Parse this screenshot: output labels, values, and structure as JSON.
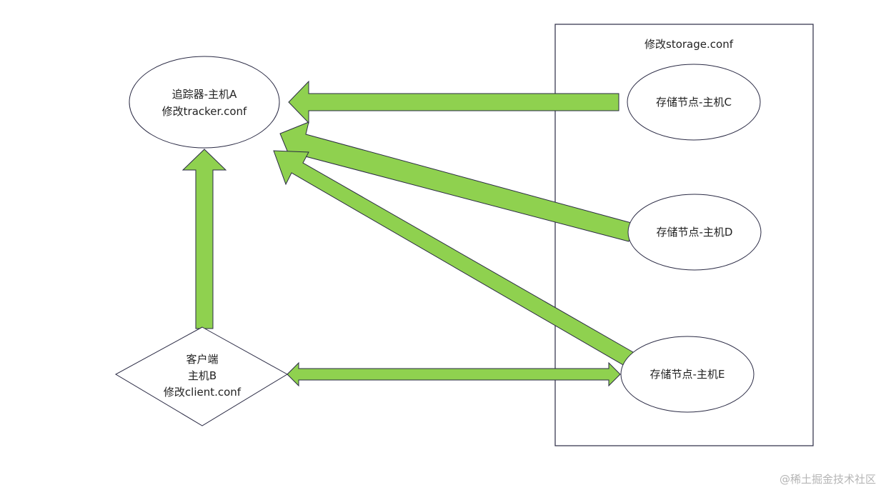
{
  "colors": {
    "arrow_fill": "#8fd14f",
    "stroke": "#2a2a44",
    "text": "#222222",
    "watermark": "#b5b5b5"
  },
  "storage_group": {
    "label": "修改storage.conf"
  },
  "nodes": {
    "tracker": {
      "shape": "ellipse",
      "lines": [
        "追踪器-主机A",
        "修改tracker.conf"
      ]
    },
    "client": {
      "shape": "diamond",
      "lines": [
        "客户端",
        "主机B",
        "修改client.conf"
      ]
    },
    "storage_c": {
      "shape": "ellipse",
      "lines": [
        "存储节点-主机C"
      ]
    },
    "storage_d": {
      "shape": "ellipse",
      "lines": [
        "存储节点-主机D"
      ]
    },
    "storage_e": {
      "shape": "ellipse",
      "lines": [
        "存储节点-主机E"
      ]
    }
  },
  "edges": [
    {
      "from": "storage_c",
      "to": "tracker",
      "direction": "one-way"
    },
    {
      "from": "storage_d",
      "to": "tracker",
      "direction": "one-way"
    },
    {
      "from": "storage_e",
      "to": "tracker",
      "direction": "one-way"
    },
    {
      "from": "client",
      "to": "tracker",
      "direction": "one-way"
    },
    {
      "from": "client",
      "to": "storage_e",
      "direction": "two-way"
    }
  ],
  "watermark": "@稀土掘金技术社区"
}
